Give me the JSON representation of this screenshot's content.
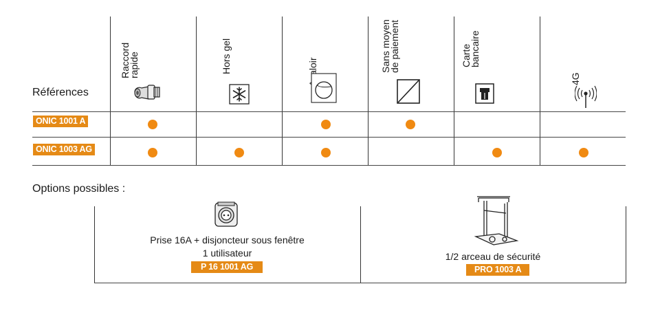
{
  "table": {
    "ref_header": "Références",
    "columns": [
      {
        "label": "Raccord\nrapide",
        "icon": "quick-connector-icon"
      },
      {
        "label": "Hors gel",
        "icon": "snowflake-icon"
      },
      {
        "label": "Avaloir",
        "icon": "drain-icon"
      },
      {
        "label": "Sans moyen\nde paiement",
        "icon": "no-payment-icon"
      },
      {
        "label": "Carte\nbancaire",
        "icon": "bank-card-icon"
      },
      {
        "label": "4G",
        "icon": "antenna-signal-icon"
      }
    ],
    "rows": [
      {
        "ref": "ONIC 1001 A",
        "marks": [
          true,
          false,
          true,
          true,
          false,
          false
        ]
      },
      {
        "ref": "ONIC 1003 AG",
        "marks": [
          true,
          true,
          true,
          false,
          true,
          true
        ]
      }
    ],
    "dot_color": "#f08a12",
    "badge_color": "#e58a16"
  },
  "options": {
    "title": "Options possibles :",
    "left": {
      "icon": "socket-icon",
      "line1": "Prise 16A + disjoncteur sous fenêtre",
      "line2": "1 utilisateur",
      "ref": "P 16 1001 AG"
    },
    "right": {
      "icon": "safety-arch-icon",
      "line1": "1/2 arceau de  sécurité",
      "ref": "PRO 1003 A"
    }
  }
}
